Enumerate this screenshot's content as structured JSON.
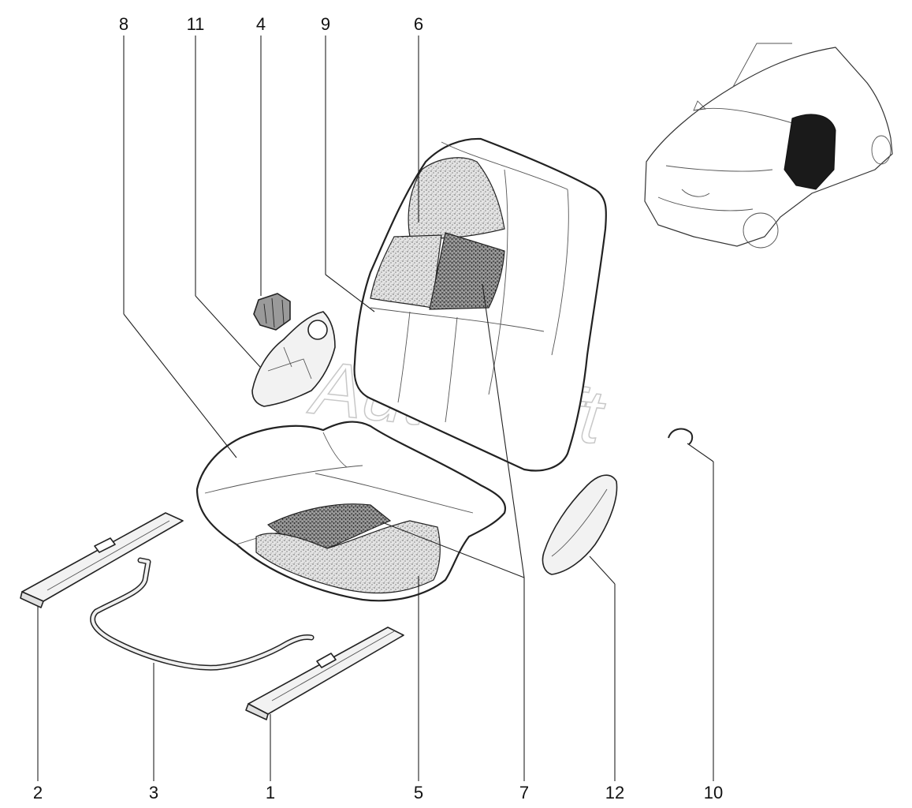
{
  "watermark": "AutoSoft",
  "callouts": [
    {
      "id": "8",
      "label": "8"
    },
    {
      "id": "11",
      "label": "11"
    },
    {
      "id": "4",
      "label": "4"
    },
    {
      "id": "9",
      "label": "9"
    },
    {
      "id": "6",
      "label": "6"
    },
    {
      "id": "2",
      "label": "2"
    },
    {
      "id": "3",
      "label": "3"
    },
    {
      "id": "1",
      "label": "1"
    },
    {
      "id": "5",
      "label": "5"
    },
    {
      "id": "7",
      "label": "7"
    },
    {
      "id": "12",
      "label": "12"
    },
    {
      "id": "10",
      "label": "10"
    }
  ],
  "parts": [
    {
      "name": "seat-rail-right",
      "callout": "1"
    },
    {
      "name": "seat-rail-left",
      "callout": "2"
    },
    {
      "name": "adjuster-rod",
      "callout": "3"
    },
    {
      "name": "recliner-knob",
      "callout": "4"
    },
    {
      "name": "cushion-cover",
      "callout": "5"
    },
    {
      "name": "backrest-cover",
      "callout": "6"
    },
    {
      "name": "insert-panels",
      "callout": "7"
    },
    {
      "name": "seat-cushion",
      "callout": "8"
    },
    {
      "name": "backrest",
      "callout": "9"
    },
    {
      "name": "clip",
      "callout": "10"
    },
    {
      "name": "side-cover-bracket",
      "callout": "11"
    },
    {
      "name": "side-trim",
      "callout": "12"
    }
  ]
}
